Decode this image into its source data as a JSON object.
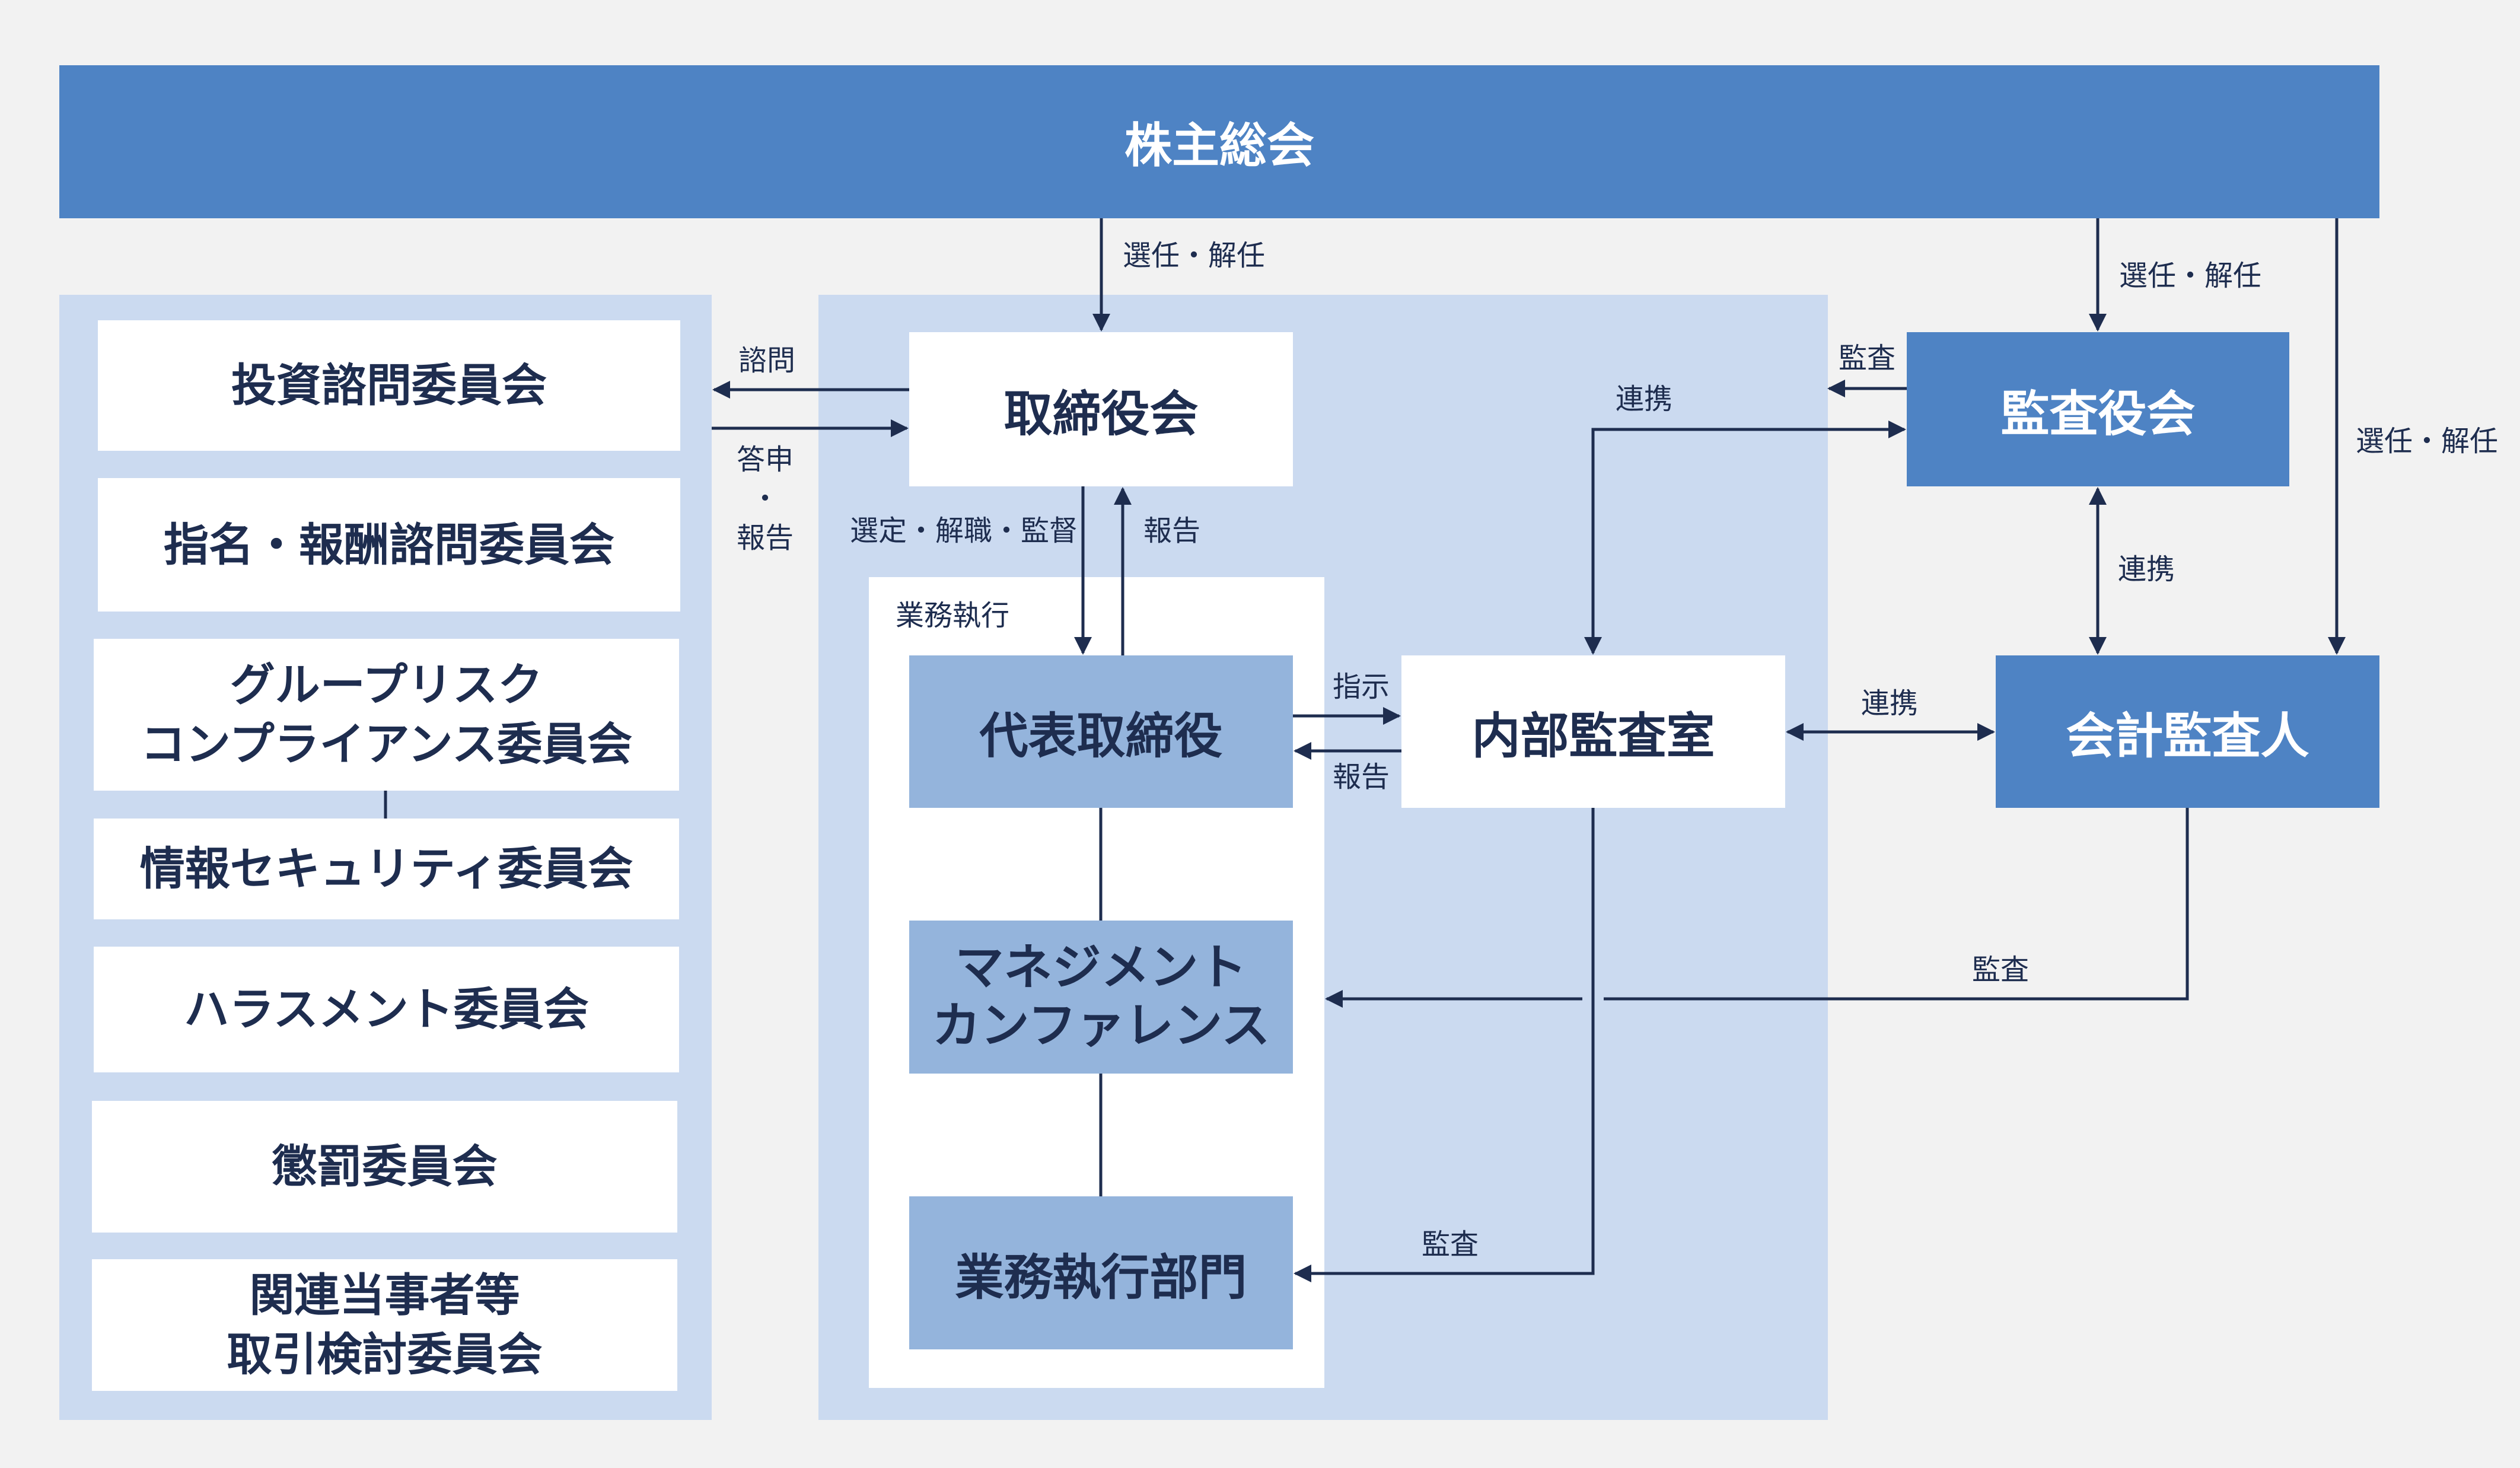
{
  "shareholders": "株主総会",
  "committees": [
    "投資諮問委員会",
    "指名・報酬諮問委員会",
    "グループリスク\nコンプライアンス委員会",
    "情報セキュリティ委員会",
    "ハラスメント委員会",
    "懲罰委員会",
    "関連当事者等\n取引検討委員会"
  ],
  "board": "取締役会",
  "execution_label": "業務執行",
  "ceo": "代表取締役",
  "management_conf": "マネジメント\nカンファレンス",
  "business_dept": "業務執行部門",
  "internal_audit": "内部監査室",
  "auditors": "監査役会",
  "accounting_auditor": "会計監査人",
  "labels": {
    "appoint_dismiss_board": "選任・解任",
    "appoint_dismiss_auditors": "選任・解任",
    "appoint_dismiss_accounting": "選任・解任",
    "consult": "諮問",
    "report_back": "答申\n・\n報告",
    "select_supervise": "選定・解職・監督",
    "report_ceo": "報告",
    "instruct": "指示",
    "report_audit": "報告",
    "coop_auditors_internal": "連携",
    "audit_board": "監査",
    "coop_auditors_accounting": "連携",
    "coop_internal_accounting": "連携",
    "audit_accounting": "監査",
    "audit_business": "監査"
  },
  "colors": {
    "primary": "#4e83c4",
    "panel": "#cbdaf0",
    "light_box": "#94b4dc",
    "background": "#f2f2f2",
    "text": "#1e2d4f"
  }
}
